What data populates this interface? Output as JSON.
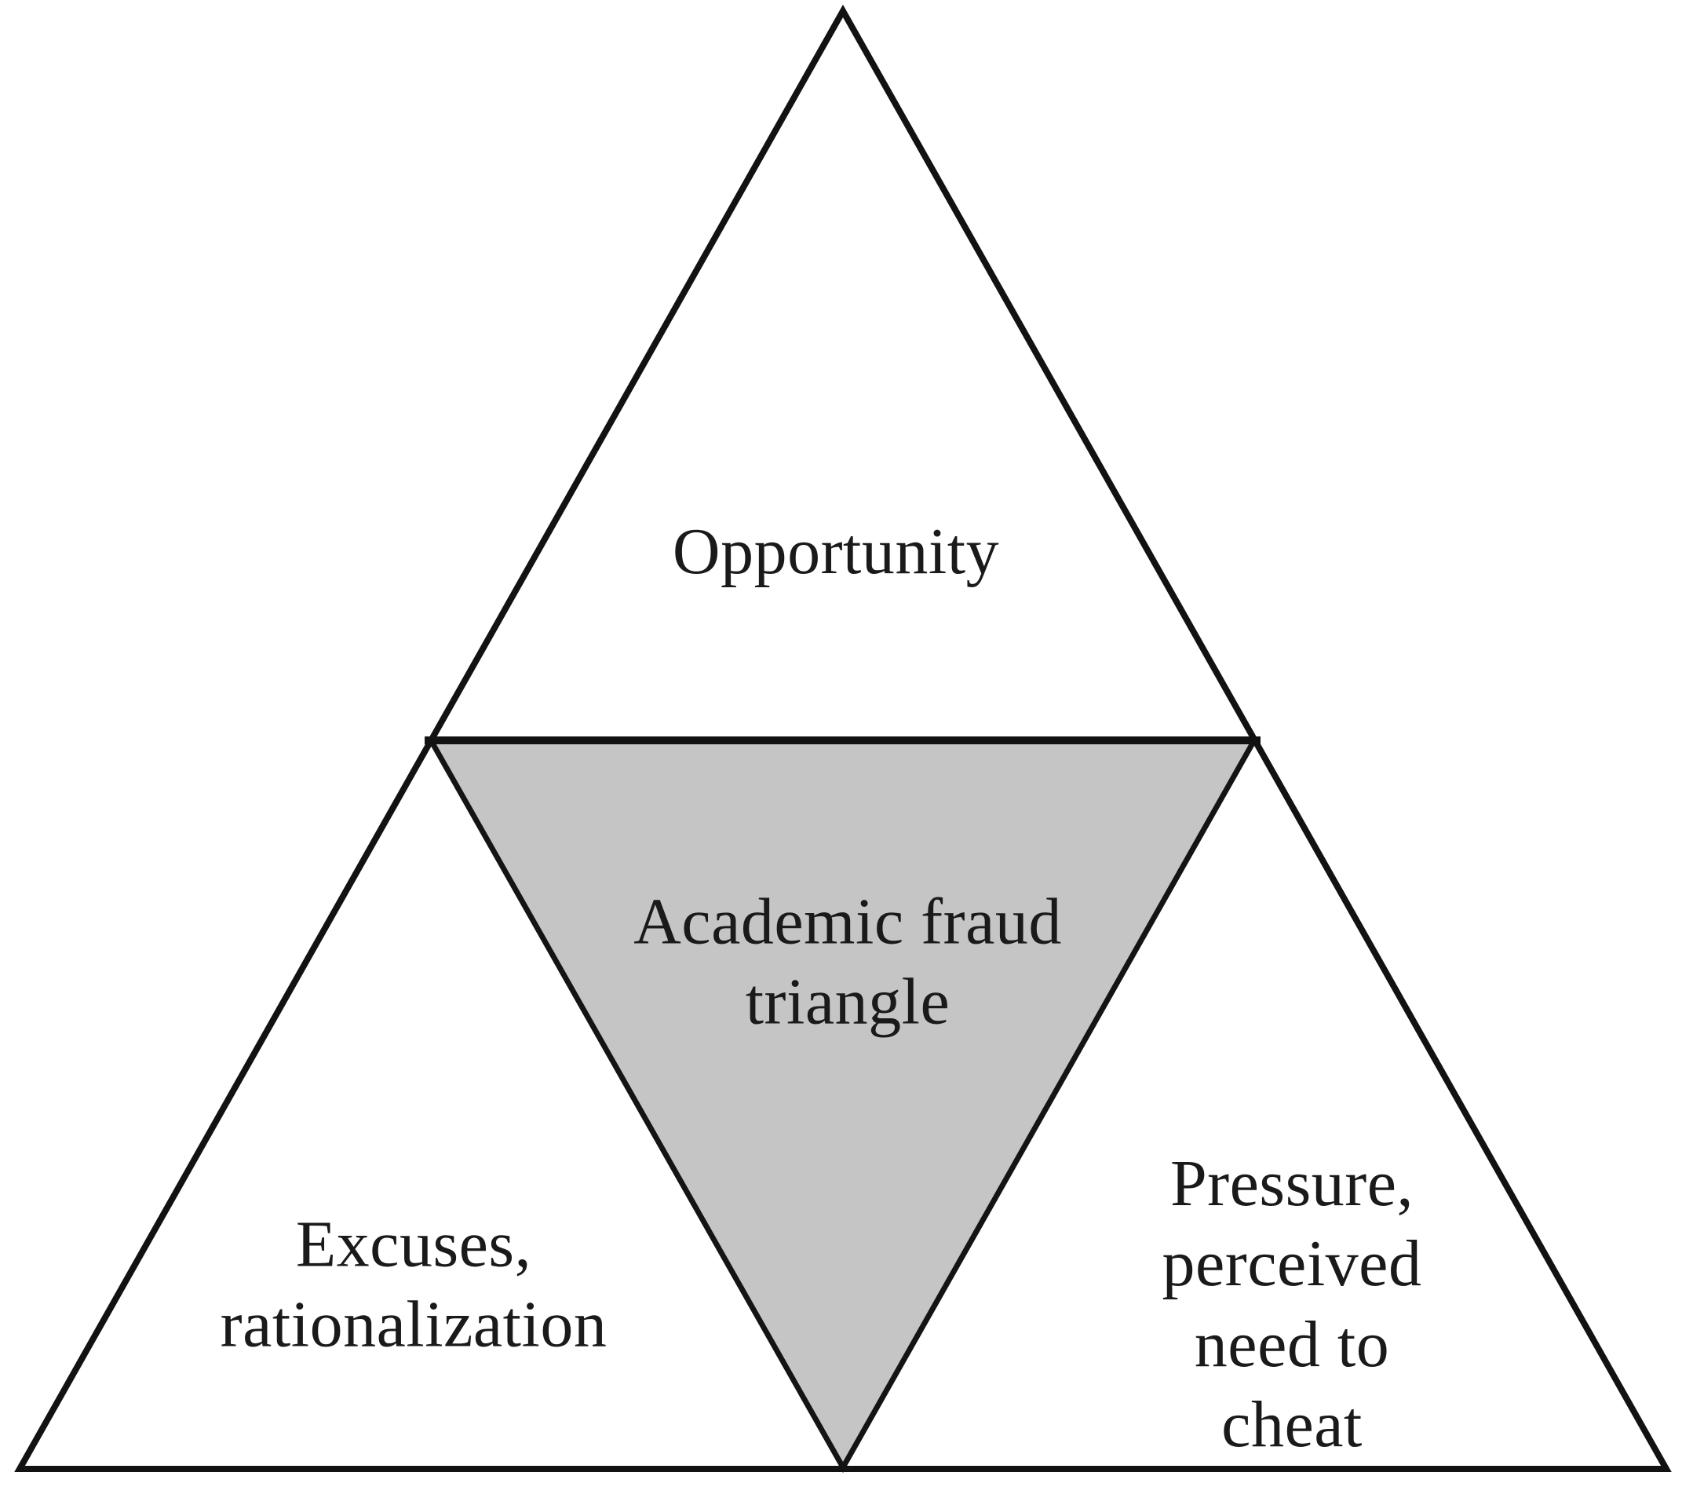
{
  "figure": {
    "name": "Academic fraud triangle diagram",
    "colors": {
      "background": "#ffffff",
      "line": "#121212",
      "center_fill": "#c5c5c5",
      "text": "#1a1a1a"
    },
    "regions": {
      "top": {
        "label": "Opportunity"
      },
      "center": {
        "label": "Academic fraud\ntriangle"
      },
      "bottom_left": {
        "label": "Excuses,\nrationalization"
      },
      "bottom_right": {
        "label": "Pressure,\nperceived need to\ncheat"
      }
    }
  }
}
